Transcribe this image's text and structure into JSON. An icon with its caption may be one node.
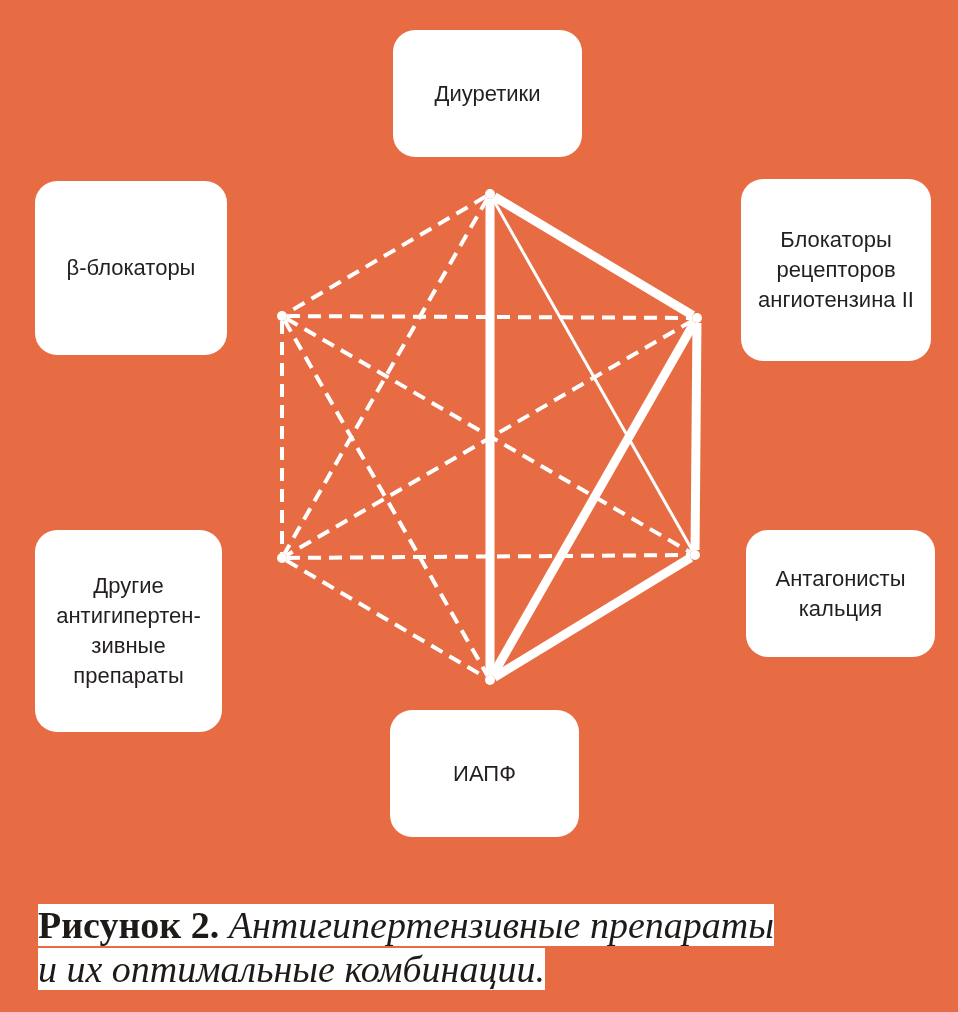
{
  "diagram": {
    "caption": "**Рисунок 2.** *Антигипертензивные препараты и их оптимальные комбинации.*",
    "nodes": [
      {
        "text": [
          "Диуретики"
        ]
      },
      {
        "text": [
          "β-блокаторы"
        ]
      },
      {
        "text": [
          "Блокаторы рецепторов ангиотензина II"
        ]
      },
      {
        "text": [
          "Другие антигипертен- зивные препараты"
        ]
      },
      {
        "text": [
          "Антагонисты кальция"
        ]
      },
      {
        "text": [
          "ИАПФ"
        ]
      },
      {
        "text": [],
        "shape": "circle"
      },
      {
        "text": [],
        "shape": "circle"
      },
      {
        "text": [],
        "shape": "circle"
      },
      {
        "text": [],
        "shape": "circle"
      },
      {
        "text": [],
        "shape": "circle"
      },
      {
        "text": [],
        "shape": "circle"
      }
    ],
    "edges": [
      {
        "from": 6,
        "to": 8,
        "arrow": "none",
        "style": "thick"
      },
      {
        "from": 6,
        "to": 11,
        "arrow": "none",
        "style": "thick"
      },
      {
        "from": 8,
        "to": 10,
        "arrow": "none",
        "style": "thick"
      },
      {
        "from": 8,
        "to": 11,
        "arrow": "none",
        "style": "thick"
      },
      {
        "from": 10,
        "to": 11,
        "arrow": "none",
        "style": "thick"
      },
      {
        "from": 6,
        "to": 10,
        "arrow": "none"
      },
      {
        "from": 6,
        "to": 7,
        "arrow": "none",
        "style": "dashed"
      },
      {
        "from": 6,
        "to": 9,
        "arrow": "none",
        "style": "dashed"
      },
      {
        "from": 7,
        "to": 8,
        "arrow": "none",
        "style": "dashed"
      },
      {
        "from": 7,
        "to": 9,
        "arrow": "none",
        "style": "dashed"
      },
      {
        "from": 7,
        "to": 10,
        "arrow": "none",
        "style": "dashed"
      },
      {
        "from": 7,
        "to": 11,
        "arrow": "none",
        "style": "dashed"
      },
      {
        "from": 8,
        "to": 9,
        "arrow": "none",
        "style": "dashed"
      },
      {
        "from": 9,
        "to": 10,
        "arrow": "none",
        "style": "dashed"
      },
      {
        "from": 9,
        "to": 11,
        "arrow": "none",
        "style": "dashed"
      }
    ]
  }
}
